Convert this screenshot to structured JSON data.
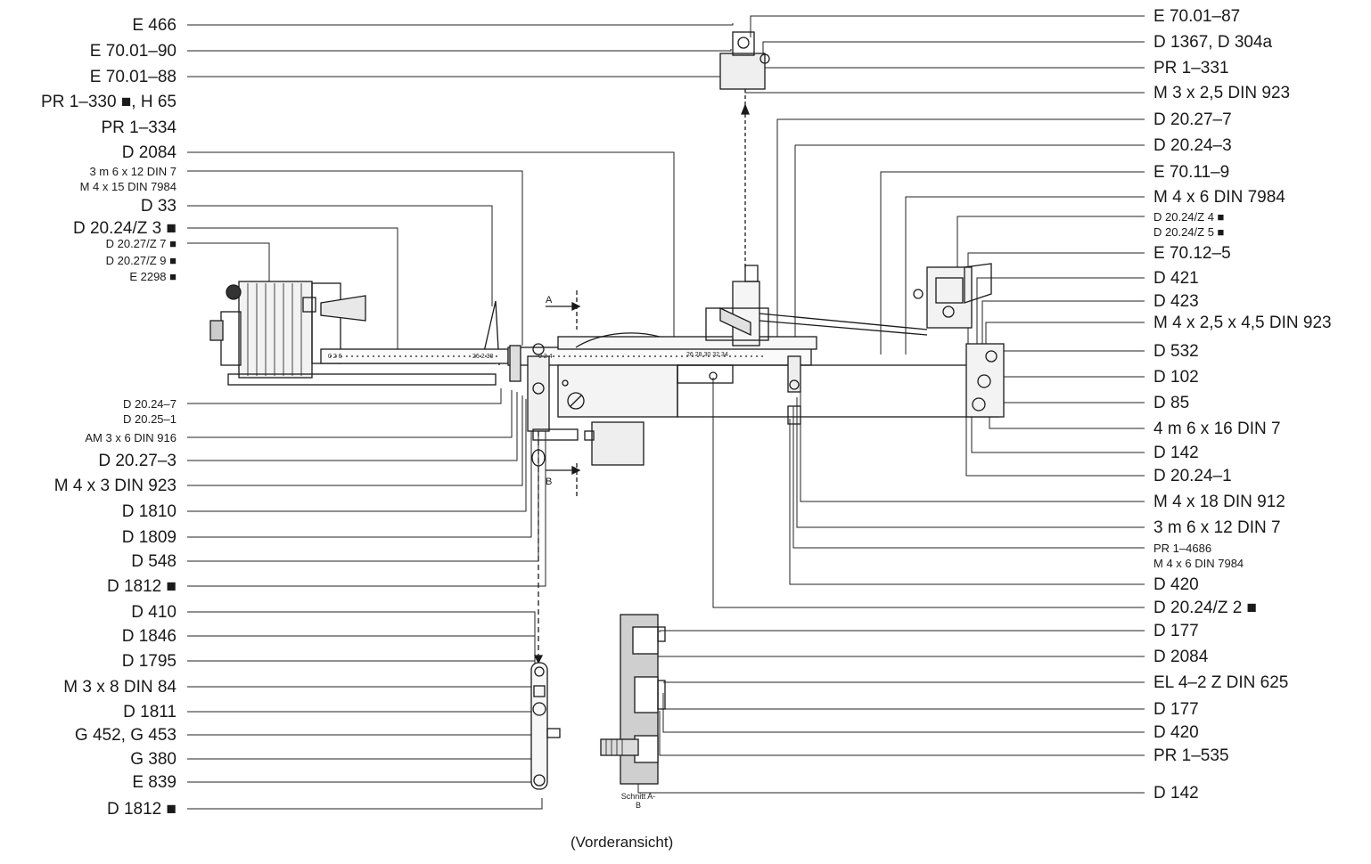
{
  "labels_left": [
    "E 466",
    "E 70.01–90",
    "E 70.01–88",
    "PR 1–330 ■, H 65",
    "PR 1–334",
    "D 2084",
    "3 m 6 x 12 DIN 7",
    "M 4 x 15 DIN 7984",
    "D 33",
    "D 20.24/Z 3 ■",
    "D 20.27/Z 7 ■",
    "D 20.27/Z 9 ■",
    "E 2298 ■",
    "D 20.24–7",
    "D 20.25–1",
    "AM 3 x 6 DIN 916",
    "D 20.27–3",
    "M 4 x 3 DIN 923",
    "D 1810",
    "D 1809",
    "D 548",
    "D 1812 ■",
    "D 410",
    "D 1846",
    "D 1795",
    "M 3 x 8 DIN 84",
    "D 1811",
    "G 452, G 453",
    "G 380",
    "E 839",
    "D 1812 ■"
  ],
  "labels_right": [
    "E 70.01–87",
    "D 1367, D 304a",
    "PR 1–331",
    "M 3 x 2,5 DIN 923",
    "D 20.27–7",
    "D 20.24–3",
    "E 70.11–9",
    "M 4 x 6 DIN 7984",
    "D 20.24/Z 4 ■",
    "D 20.24/Z 5 ■",
    "E 70.12–5",
    "D 421",
    "D 423",
    "M 4 x 2,5 x 4,5 DIN 923",
    "D 532",
    "D 102",
    "D 85",
    "4 m 6 x 16 DIN 7",
    "D 142",
    "D 20.24–1",
    "M 4 x 18 DIN 912",
    "3 m 6 x 12 DIN 7",
    "PR 1–4686",
    "M 4 x 6 DIN 7984",
    "D 420",
    "D 20.24/Z 2 ■",
    "D 177",
    "D 2084",
    "EL 4–2 Z DIN 625",
    "D 177",
    "D 420",
    "PR 1–535",
    "D 142"
  ],
  "section_markers": {
    "a": "A",
    "b": "B"
  },
  "scale_marks": {
    "left_scale": "0 2 6",
    "left_scale_end": "26 2 30",
    "right_scale": "0 2 4",
    "right_scale_end": "26 28 30 32 34"
  },
  "section_caption": "Schnitt A-B",
  "view_caption": "(Vorderansicht)"
}
